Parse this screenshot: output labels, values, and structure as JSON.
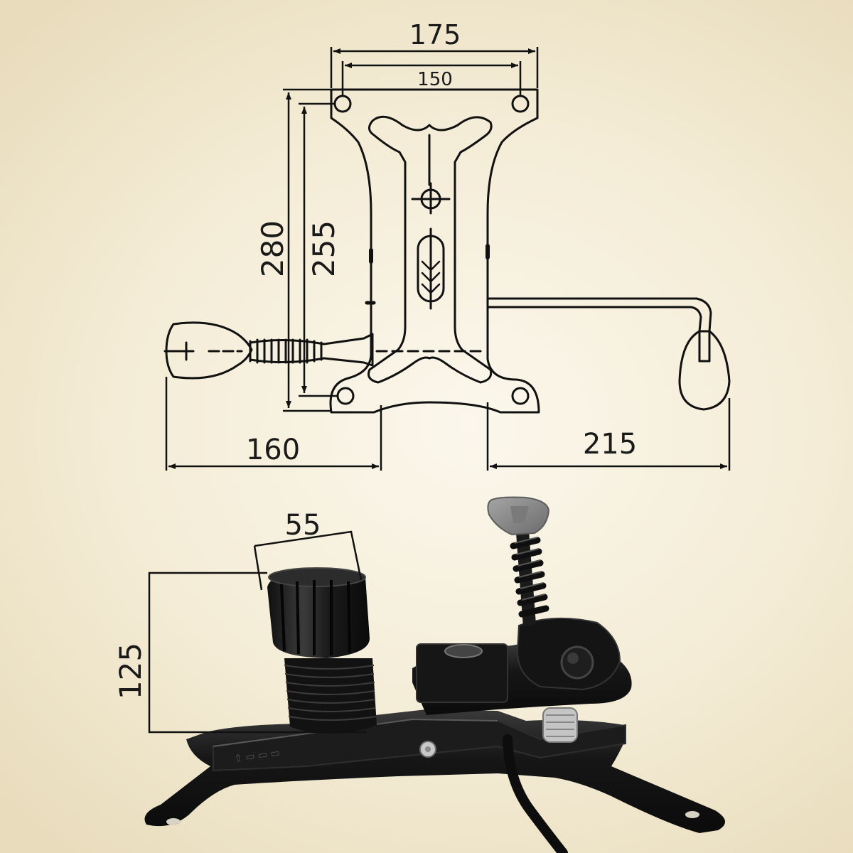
{
  "dimensions": {
    "top_width_outer": "175",
    "top_width_inner": "150",
    "height_outer": "280",
    "height_inner": "255",
    "left_lever": "160",
    "right_lever": "215",
    "cylinder_diameter": "55",
    "cylinder_height": "125"
  },
  "colors": {
    "background": "#f4ecd6",
    "line": "#111111",
    "metal": "#141414",
    "handle": "#8e8e8e"
  }
}
